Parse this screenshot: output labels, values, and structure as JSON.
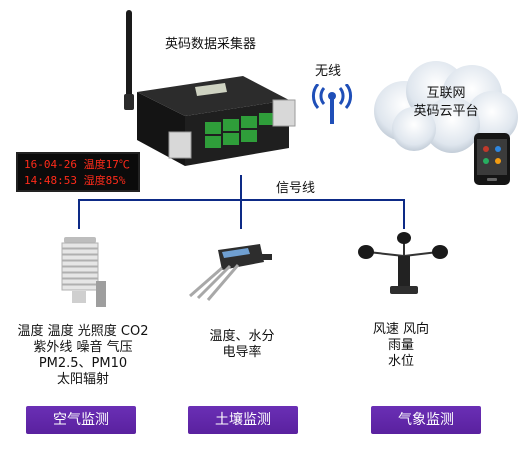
{
  "collector": {
    "title": "英码数据采集器"
  },
  "wireless": {
    "label": "无线"
  },
  "cloud": {
    "line1": "互联网",
    "line2": "英码云平台"
  },
  "led_display": {
    "line1": "16-04-26 温度17℃",
    "line2": "14:48:53 湿度85%"
  },
  "bus": {
    "label": "信号线"
  },
  "sensors": {
    "air": {
      "lines": [
        "温度 温度 光照度  CO2",
        "紫外线   噪音 气压",
        "PM2.5、PM10",
        "太阳辐射"
      ]
    },
    "soil": {
      "lines": [
        "温度、水分",
        "电导率"
      ]
    },
    "weather": {
      "lines": [
        "风速 风向",
        "雨量",
        "水位"
      ]
    }
  },
  "buttons": {
    "air": "空气监测",
    "soil": "土壤监测",
    "weather": "气象监测"
  },
  "colors": {
    "line": "#0d2a86",
    "button": "#5a219f",
    "led_text": "#ff2b1a"
  }
}
